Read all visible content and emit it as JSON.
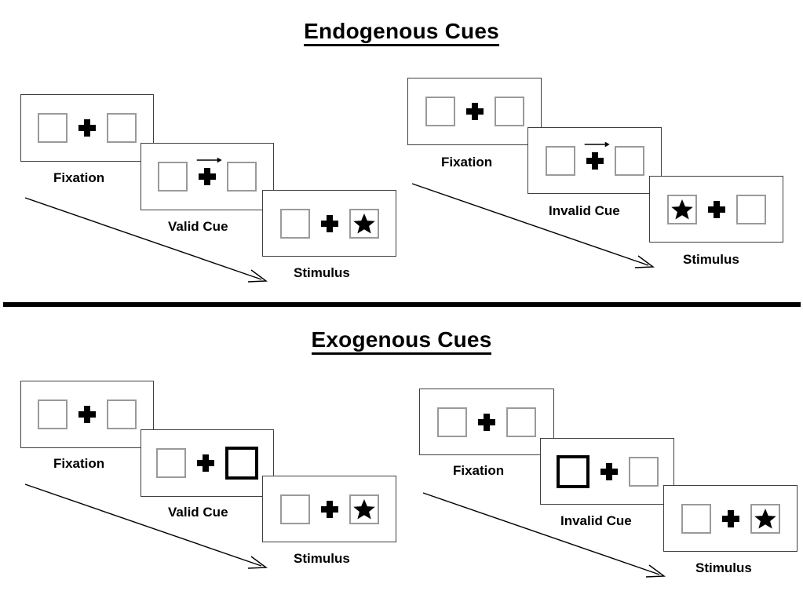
{
  "sections": [
    {
      "id": "endogenous",
      "title": "Endogenous Cues",
      "groups": [
        {
          "id": "endogenous-valid",
          "condition_label": "Valid Cue",
          "panels": [
            {
              "label": "Fixation",
              "cue": "none",
              "cue_side": "none",
              "stimulus_side": "none"
            },
            {
              "label": "Valid Cue",
              "cue": "arrow",
              "cue_side": "right",
              "stimulus_side": "none"
            },
            {
              "label": "Stimulus",
              "cue": "none",
              "cue_side": "none",
              "stimulus_side": "right"
            }
          ]
        },
        {
          "id": "endogenous-invalid",
          "condition_label": "Invalid Cue",
          "panels": [
            {
              "label": "Fixation",
              "cue": "none",
              "cue_side": "none",
              "stimulus_side": "none"
            },
            {
              "label": "Invalid Cue",
              "cue": "arrow",
              "cue_side": "right",
              "stimulus_side": "none"
            },
            {
              "label": "Stimulus",
              "cue": "none",
              "cue_side": "none",
              "stimulus_side": "left"
            }
          ]
        }
      ]
    },
    {
      "id": "exogenous",
      "title": "Exogenous Cues",
      "groups": [
        {
          "id": "exogenous-valid",
          "condition_label": "Valid Cue",
          "panels": [
            {
              "label": "Fixation",
              "cue": "none",
              "cue_side": "none",
              "stimulus_side": "none"
            },
            {
              "label": "Valid Cue",
              "cue": "box-flash",
              "cue_side": "right",
              "stimulus_side": "none"
            },
            {
              "label": "Stimulus",
              "cue": "none",
              "cue_side": "none",
              "stimulus_side": "right"
            }
          ]
        },
        {
          "id": "exogenous-invalid",
          "condition_label": "Invalid Cue",
          "panels": [
            {
              "label": "Fixation",
              "cue": "none",
              "cue_side": "none",
              "stimulus_side": "none"
            },
            {
              "label": "Invalid Cue",
              "cue": "box-flash",
              "cue_side": "left",
              "stimulus_side": "none"
            },
            {
              "label": "Stimulus",
              "cue": "none",
              "cue_side": "none",
              "stimulus_side": "right"
            }
          ]
        }
      ]
    }
  ],
  "labels": {
    "endo_valid_fixation": "Fixation",
    "endo_valid_cue": "Valid Cue",
    "endo_valid_stimulus": "Stimulus",
    "endo_invalid_fixation": "Fixation",
    "endo_invalid_cue": "Invalid Cue",
    "endo_invalid_stimulus": "Stimulus",
    "exo_valid_fixation": "Fixation",
    "exo_valid_cue": "Valid Cue",
    "exo_valid_stimulus": "Stimulus",
    "exo_invalid_fixation": "Fixation",
    "exo_invalid_cue": "Invalid Cue",
    "exo_invalid_stimulus": "Stimulus"
  },
  "titles": {
    "endogenous": "Endogenous Cues",
    "exogenous": "Exogenous Cues"
  },
  "icons": {
    "fixation_cross": "fixation-cross-icon",
    "target_star": "star-icon",
    "cue_arrow": "right-arrow-cue-icon",
    "timeline_arrow": "timeline-arrow-icon"
  },
  "colors": {
    "ink": "#000000",
    "panel_border": "#3f3f3f",
    "box_border": "#9a9a9a",
    "cued_box_border": "#000000",
    "background": "#ffffff"
  }
}
